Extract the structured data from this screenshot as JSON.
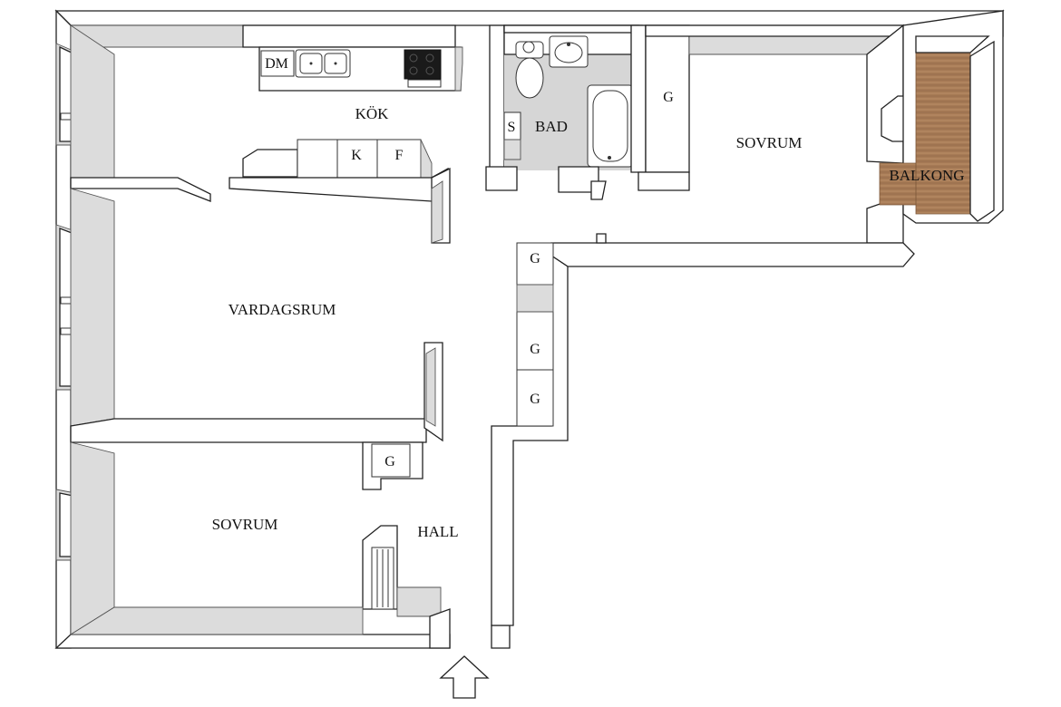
{
  "rooms": {
    "kok": "KÖK",
    "bad": "BAD",
    "sovrum_right": "SOVRUM",
    "balkong": "BALKONG",
    "vardagsrum": "VARDAGSRUM",
    "sovrum_left": "SOVRUM",
    "hall": "HALL"
  },
  "fixtures": {
    "dm": "DM",
    "k": "K",
    "f": "F",
    "s": "S",
    "g_bad": "G",
    "g_hall_top": "G",
    "g_hall_mid1": "G",
    "g_hall_mid2": "G",
    "g_sovrum_left": "G"
  },
  "colors": {
    "balcony_wood": "#a67a55",
    "wall_outline": "#222222",
    "floor_shade": "#dcdcdc"
  },
  "icons": {
    "entrance": "entrance-arrow-icon",
    "toilet": "toilet-icon",
    "sink": "sink-icon",
    "bathtub": "bathtub-icon",
    "stove": "stove-icon",
    "kitchen_sink": "kitchen-sink-icon",
    "radiator": "radiator-icon"
  }
}
